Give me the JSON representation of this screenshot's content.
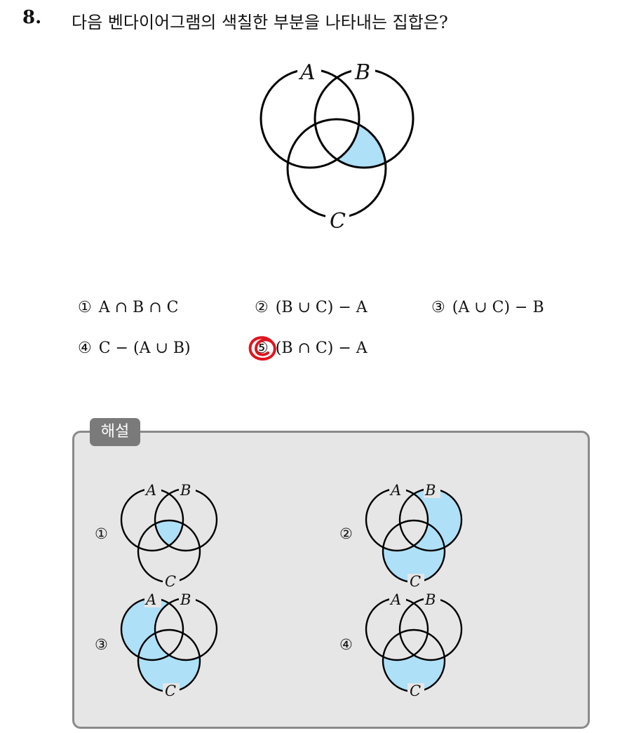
{
  "question": {
    "number": "8.",
    "text": "다음 벤다이어그램의 색칠한 부분을 나타내는 집합은?"
  },
  "venn_labels": {
    "a": "A",
    "b": "B",
    "c": "C"
  },
  "options": [
    {
      "num": "①",
      "expr": "A ∩ B ∩ C"
    },
    {
      "num": "②",
      "expr": "(B ∪ C) − A"
    },
    {
      "num": "③",
      "expr": "(A ∪ C) − B"
    },
    {
      "num": "④",
      "expr": "C − (A ∪ B)"
    },
    {
      "num": "⑤",
      "expr": "(B ∩ C) − A"
    }
  ],
  "selected_option": 5,
  "explanation": {
    "badge": "해설",
    "items": [
      {
        "num": "①",
        "shaded": "A ∩ B ∩ C"
      },
      {
        "num": "②",
        "shaded": "(B ∪ C) − A"
      },
      {
        "num": "③",
        "shaded": "(A ∪ C) − B"
      },
      {
        "num": "④",
        "shaded": "C − (A ∪ B)"
      }
    ]
  },
  "colors": {
    "shade": "#aee0f7",
    "mark": "#e0141e",
    "panel": "#e6e6e6",
    "badge": "#7a7a7a"
  }
}
